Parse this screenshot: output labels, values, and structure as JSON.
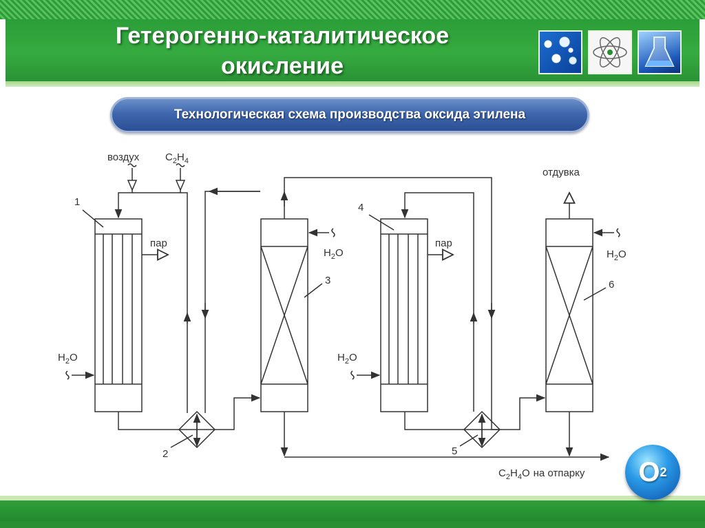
{
  "header": {
    "title_line1": "Гетерогенно-каталитическое",
    "title_line2": "окисление",
    "images": [
      "bubbles-image",
      "atom-image",
      "flask-image"
    ]
  },
  "subtitle": "Технологическая схема производства оксида этилена",
  "diagram": {
    "inlets": {
      "air": "воздух",
      "ethylene": [
        "C",
        "2",
        "H",
        "4"
      ]
    },
    "numbers": {
      "n1": "1",
      "n2": "2",
      "n3": "3",
      "n4": "4",
      "n5": "5",
      "n6": "6"
    },
    "steam_1": "пар",
    "steam_4": "пар",
    "water_labels": [
      "H",
      "2",
      "O"
    ],
    "vent": "отдувка",
    "product": {
      "formula": [
        "C",
        "2",
        "H",
        "4",
        "O"
      ],
      "text": "на отпарку"
    }
  },
  "badge": {
    "letter": "O",
    "index": "2"
  },
  "colors": {
    "header_green": "#2c9e38",
    "pill_blue": "#3f67ad",
    "line": "#333333"
  }
}
